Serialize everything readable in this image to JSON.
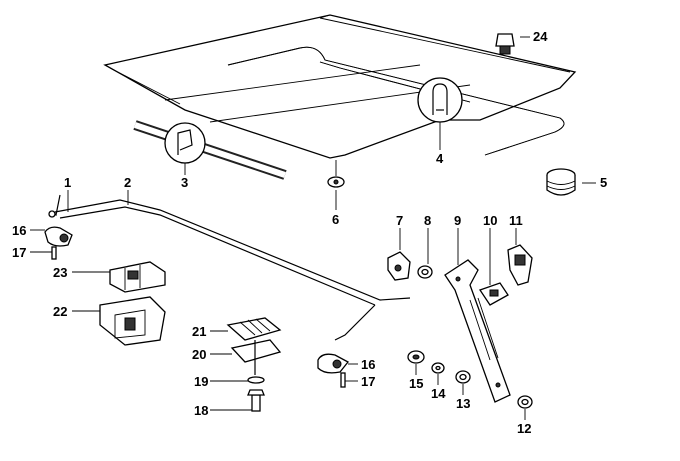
{
  "diagram": {
    "callouts": [
      "1",
      "2",
      "3",
      "4",
      "5",
      "6",
      "7",
      "8",
      "9",
      "10",
      "11",
      "12",
      "13",
      "14",
      "15",
      "16",
      "17",
      "18",
      "19",
      "20",
      "21",
      "22",
      "23",
      "24",
      "16",
      "17"
    ]
  }
}
